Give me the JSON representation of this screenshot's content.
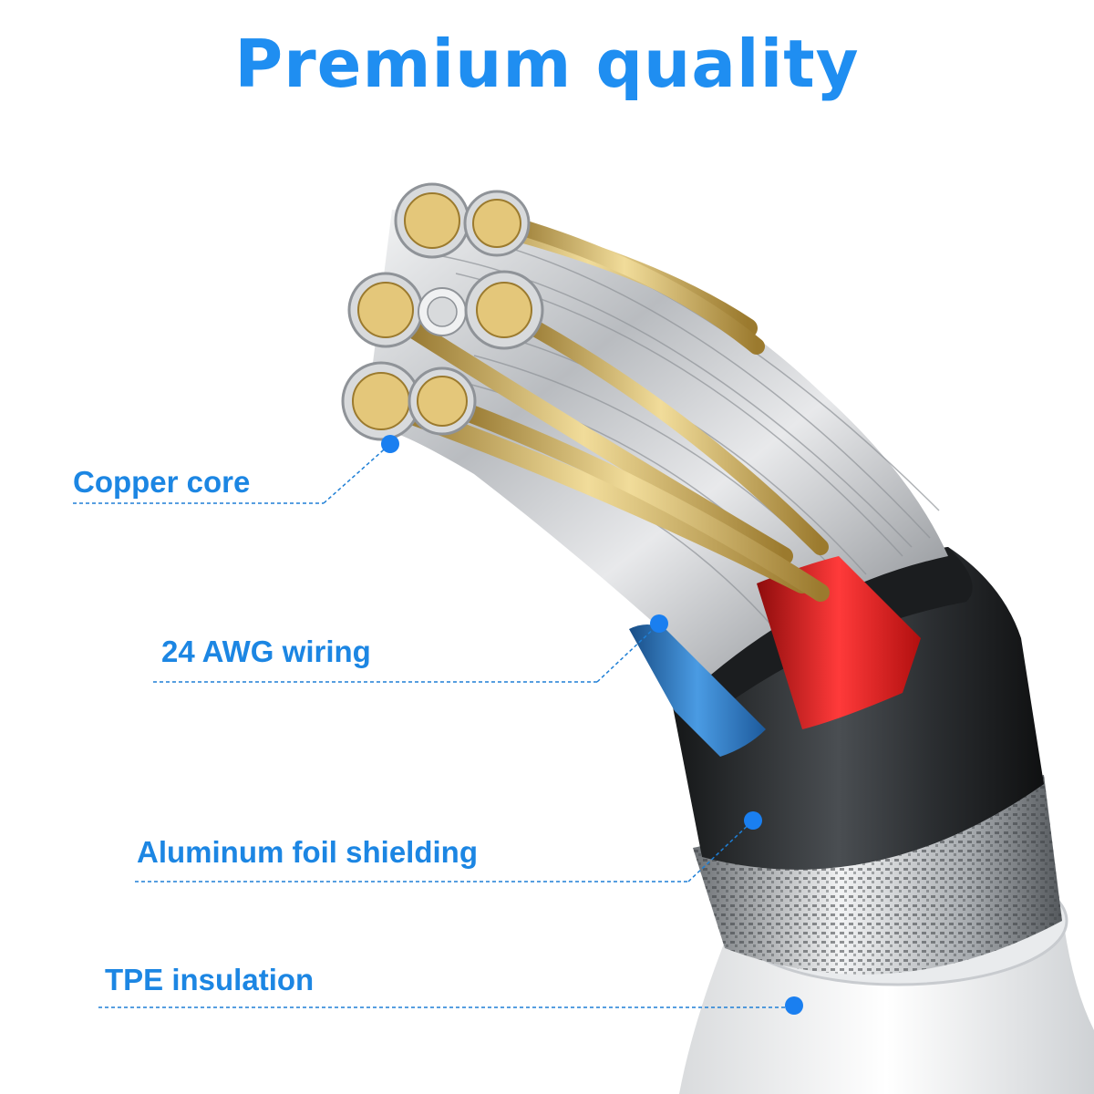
{
  "title": "Premium quality",
  "colors": {
    "accent": "#1f8ef1",
    "label": "#1c86e3",
    "leader_line": "#1e7fd6",
    "marker": "#1a7ff0",
    "copper": "#d8b25a",
    "red_wire": "#e01818",
    "blue_wire": "#2a78c8",
    "jacket": "#2a2d30"
  },
  "callouts": [
    {
      "id": "copper-core",
      "label": "Copper core",
      "icon": "marker-dot"
    },
    {
      "id": "awg-wiring",
      "label": "24 AWG wiring",
      "icon": "marker-dot"
    },
    {
      "id": "foil-shielding",
      "label": "Aluminum foil shielding",
      "icon": "marker-dot"
    },
    {
      "id": "tpe-insulation",
      "label": "TPE insulation",
      "icon": "marker-dot"
    }
  ]
}
